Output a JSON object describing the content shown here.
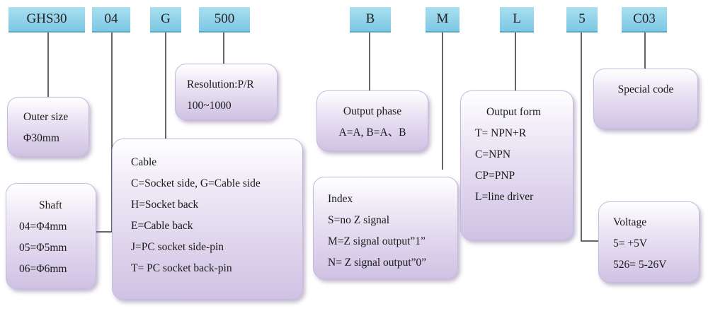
{
  "codes": [
    "GHS30",
    "04",
    "G",
    "500",
    "B",
    "M",
    "L",
    "5",
    "C03"
  ],
  "boxes": {
    "outer": [
      "Outer size",
      "Φ30mm"
    ],
    "shaft": [
      "Shaft",
      "04=Φ4mm",
      "05=Φ5mm",
      "06=Φ6mm"
    ],
    "cable": [
      "Cable",
      "C=Socket side, G=Cable side",
      "H=Socket back",
      "E=Cable back",
      "J=PC socket side-pin",
      "T= PC socket back-pin"
    ],
    "resolution": [
      "Resolution:P/R",
      "100~1000"
    ],
    "phase": [
      "Output phase",
      "A=A, B=A、B"
    ],
    "index": [
      "Index",
      "S=no Z signal",
      "M=Z signal output”1”",
      "N= Z signal output”0”"
    ],
    "form": [
      "Output form",
      "T= NPN+R",
      "C=NPN",
      "CP=PNP",
      "L=line driver"
    ],
    "voltage": [
      "Voltage",
      "5= +5V",
      "526= 5-26V"
    ],
    "special": [
      "Special code"
    ]
  }
}
